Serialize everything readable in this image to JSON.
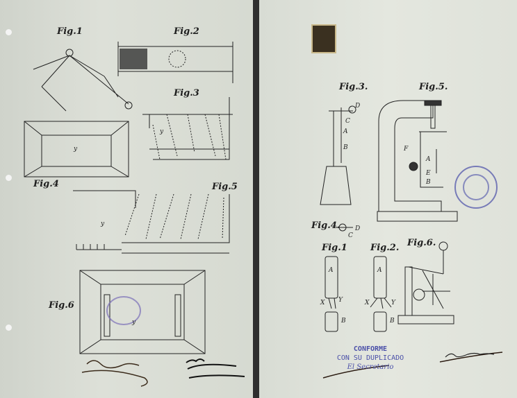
{
  "left_page": {
    "figures": [
      "Fig.1",
      "Fig.2",
      "Fig.3",
      "Fig.4",
      "Fig.5",
      "Fig.6"
    ],
    "labels": {
      "y1": "y",
      "y2": "y",
      "y3": "y",
      "y4": "y"
    },
    "signatures": [
      "Quintana",
      "P.P.",
      "R. Chalmers"
    ]
  },
  "right_page": {
    "figures": [
      "Fig.3.",
      "Fig.5.",
      "Fig.4.",
      "Fig.1",
      "Fig.2.",
      "Fig.6."
    ],
    "part_labels": [
      "D",
      "C",
      "A",
      "B",
      "F",
      "A",
      "E",
      "B",
      "A",
      "B",
      "A",
      "B",
      "X",
      "Y",
      "X",
      "Y",
      "D",
      "C"
    ],
    "stamp": {
      "line1": "CONFORME",
      "line2": "CON SU DUPLICADO",
      "line3": "El Secretario"
    },
    "signatures": [
      "Federico Bamme"
    ]
  },
  "colors": {
    "ink": "#1e1e1e",
    "stamp": "#4a4fa8",
    "paper": "#dde0d8"
  }
}
